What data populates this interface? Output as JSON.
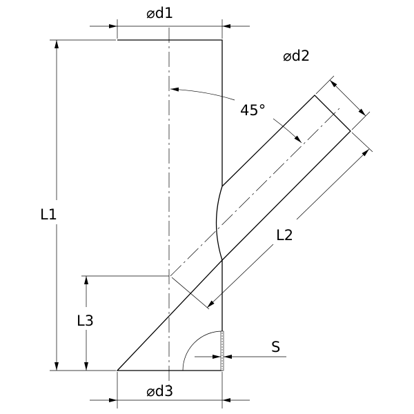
{
  "labels": {
    "d1": "⌀d1",
    "d2": "⌀d2",
    "d3": "⌀d3",
    "angle": "45°",
    "L1": "L1",
    "L2": "L2",
    "L3": "L3",
    "S": "S"
  }
}
